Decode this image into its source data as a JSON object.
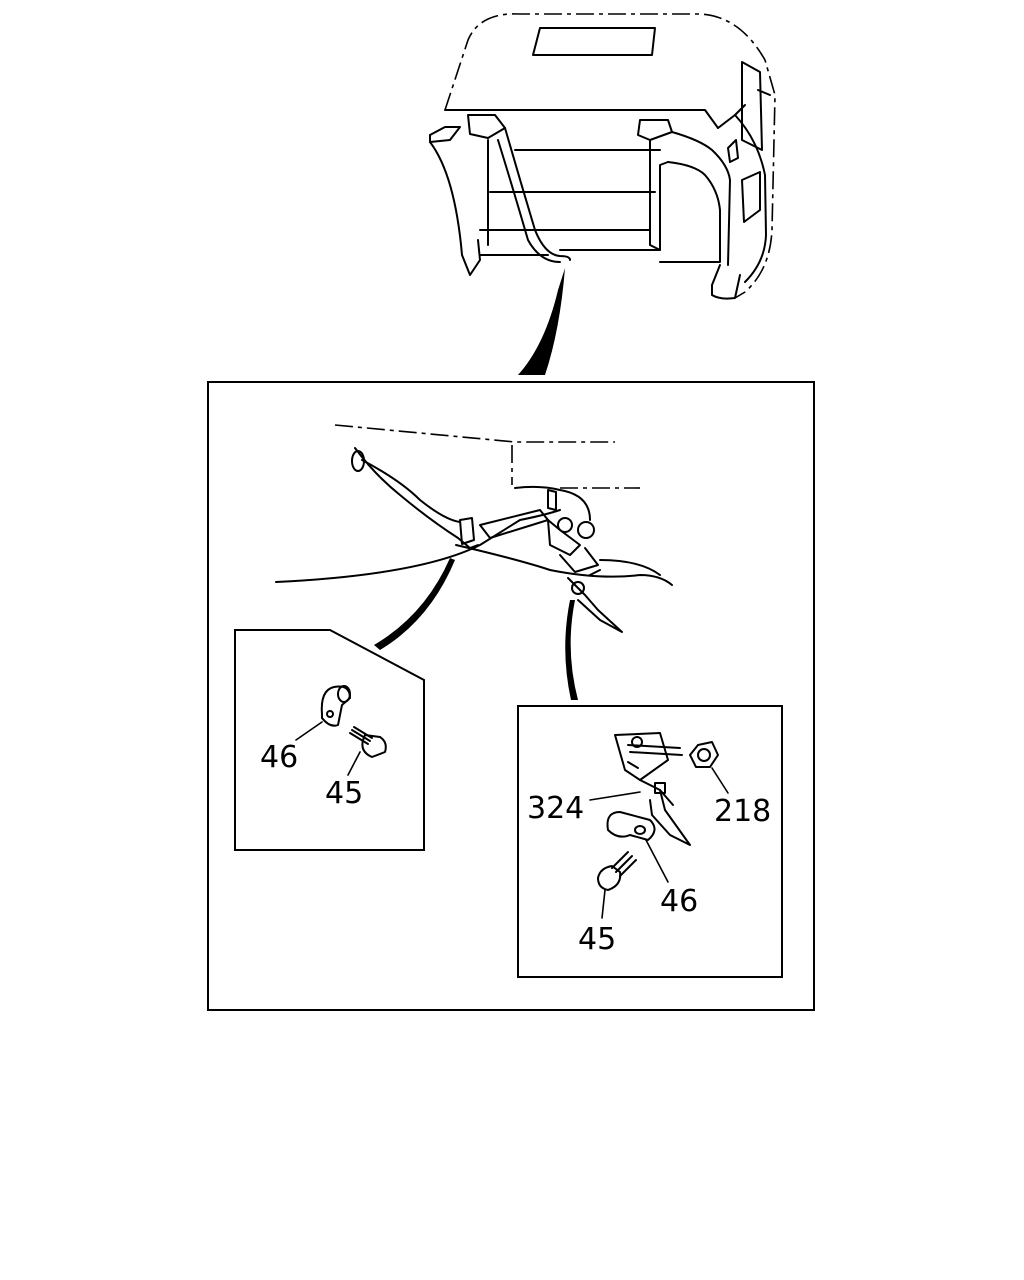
{
  "callouts": {
    "left_inset_clip": "46",
    "left_inset_bolt": "45",
    "right_inset_bracket": "324",
    "right_inset_nut": "218",
    "right_inset_clip": "46",
    "right_inset_bolt": "45"
  }
}
